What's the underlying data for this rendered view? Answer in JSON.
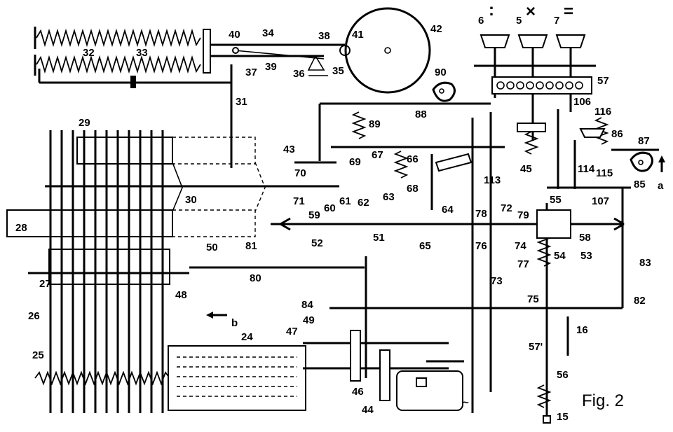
{
  "figure": {
    "caption": "Fig. 2",
    "operator_symbols": [
      ":",
      "×",
      "="
    ],
    "arrow_labels": [
      "a",
      "b"
    ],
    "tilde": "~",
    "labels": [
      "6",
      "5",
      "7",
      "42",
      "41",
      "40",
      "34",
      "38",
      "32",
      "33",
      "37",
      "39",
      "36",
      "35",
      "90",
      "57",
      "88",
      "31",
      "89",
      "106",
      "116",
      "86",
      "87",
      "29",
      "43",
      "67",
      "66",
      "69",
      "70",
      "113",
      "45",
      "114",
      "115",
      "85",
      "68",
      "30",
      "71",
      "59",
      "60",
      "61",
      "62",
      "63",
      "64",
      "55",
      "72",
      "107",
      "28",
      "51",
      "65",
      "78",
      "79",
      "52",
      "58",
      "81",
      "76",
      "74",
      "54",
      "53",
      "50",
      "80",
      "73",
      "77",
      "83",
      "27",
      "48",
      "75",
      "82",
      "84",
      "49",
      "26",
      "16",
      "47",
      "24",
      "25",
      "57'",
      "56",
      "46",
      "44",
      "15"
    ]
  }
}
